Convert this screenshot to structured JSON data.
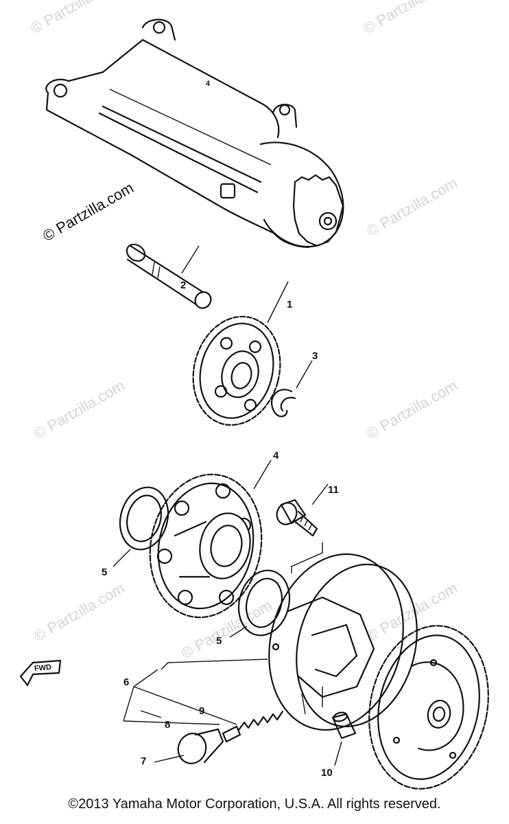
{
  "watermarks": [
    "© Partzilla.com",
    "© Partzilla.com",
    "© Partzilla.com",
    "© Partzilla.com",
    "© Partzilla.com",
    "© Partzilla.com",
    "© Partzilla.com",
    "© Partzilla.com",
    "© Partzilla.com"
  ],
  "callouts": [
    "1",
    "2",
    "3",
    "4",
    "5",
    "5",
    "6",
    "7",
    "8",
    "9",
    "10",
    "11"
  ],
  "fwd_label": "FWD",
  "copyright": "©2013 Yamaha Motor Corporation, U.S.A. All rights reserved."
}
